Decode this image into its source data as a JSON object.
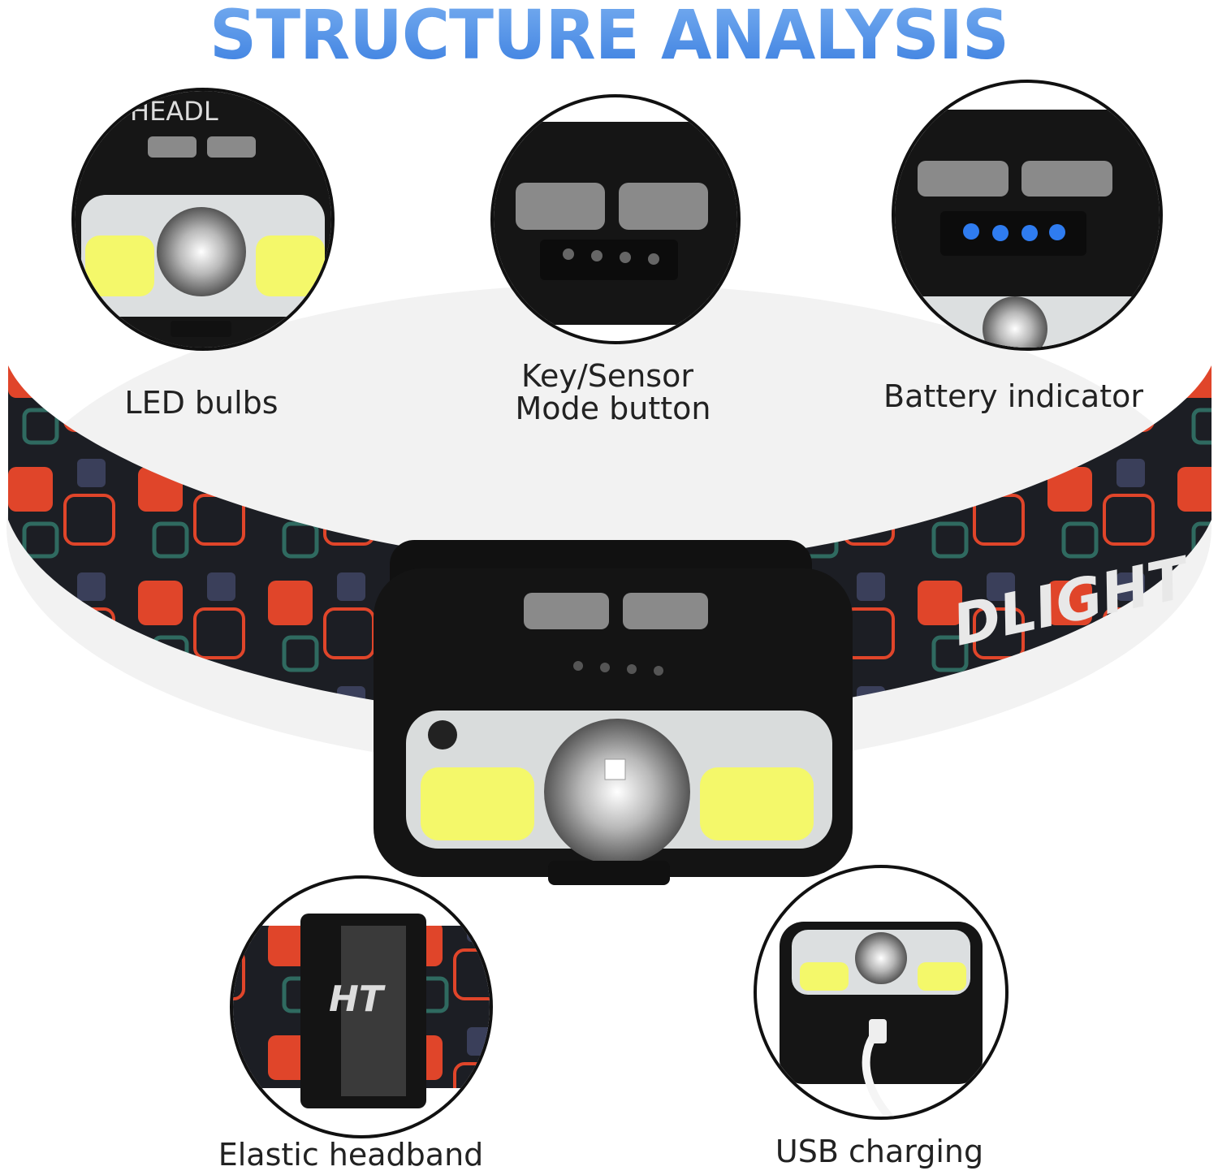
{
  "title": "STRUCTURE ANALYSIS",
  "band_text": "DLIGHT",
  "circle_band_text": "HT",
  "top_circle_text": "HEADL",
  "features": {
    "led_bulbs": "LED bulbs",
    "key_sensor_line1": "Key/Sensor",
    "key_sensor_line2": "Mode button",
    "battery_indicator": "Battery indicator",
    "elastic_headband": "Elastic headband",
    "usb_charging": "USB charging"
  },
  "colors": {
    "title_blue": "#4a88e6",
    "band_dark": "#1c1e24",
    "pattern_red": "#e0452a",
    "cob_yellow": "#f4f86a",
    "battery_led_blue": "#2f7cf0",
    "button_gray": "#8a8a8a"
  }
}
